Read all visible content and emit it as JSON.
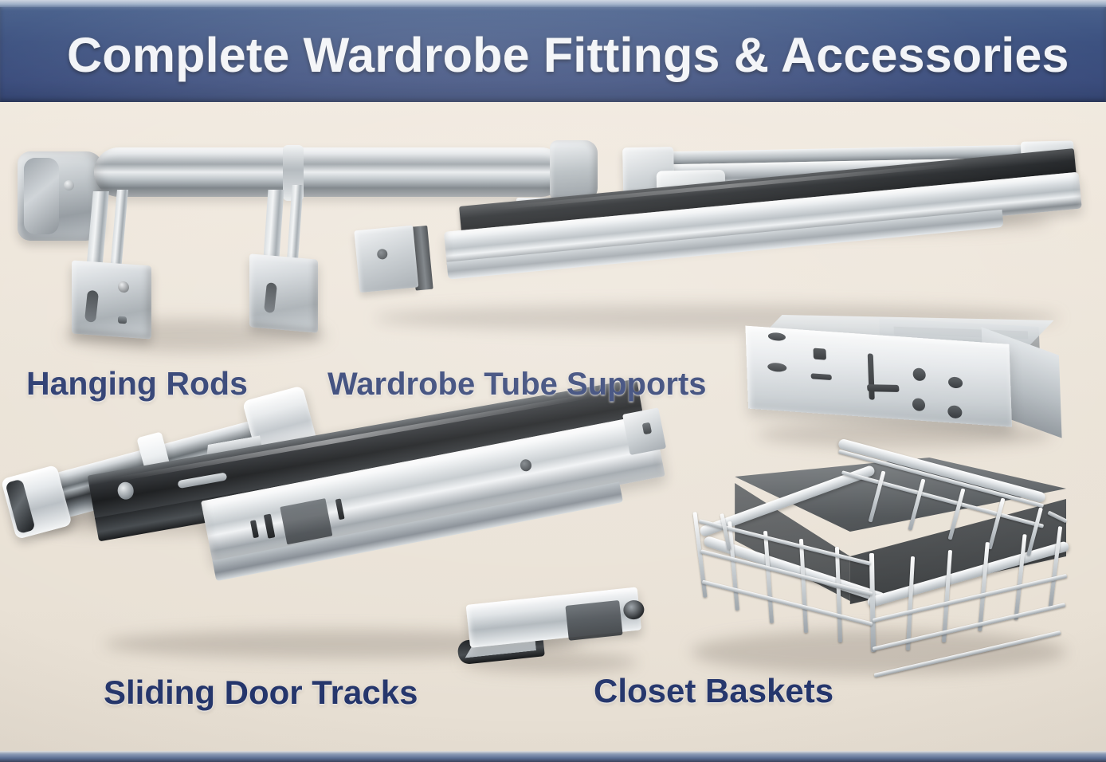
{
  "header": {
    "title": "Complete Wardrobe Fittings & Accessories",
    "background_color": "#3c5180",
    "text_color": "#f2f4f8"
  },
  "poster": {
    "background_color": "#eae2d6",
    "accent_color": "#24356b",
    "bottom_rail_color": "#5d7094"
  },
  "captions": {
    "hanging_rods": "Hanging Rods",
    "tube_supports": "Wardrobe Tube Supports",
    "door_tracks": "Sliding Door Tracks",
    "closet_baskets": "Closet Baskets"
  },
  "products": [
    {
      "id": "hanging-rod-assembly",
      "caption": "Hanging Rods",
      "description": "Long polished chrome wardrobe rod with domed end cap and two wall-mount support brackets",
      "finish": "polished chrome",
      "position": "top-left"
    },
    {
      "id": "tube-support-rail",
      "caption": "Wardrobe Tube Supports",
      "description": "Telescopic tube support rail with end caps and locking block",
      "finish": "brushed chrome",
      "position": "top-right"
    },
    {
      "id": "long-diagonal-rail",
      "caption": "Wardrobe Tube Supports",
      "description": "Long chrome rail with black top channel and end mounting plate",
      "finish": "chrome / black",
      "position": "center"
    },
    {
      "id": "perforated-channel-bracket",
      "caption": "Wardrobe Tube Supports",
      "description": "Perforated steel channel bracket with mounting holes and slots",
      "finish": "white steel",
      "position": "middle-right"
    },
    {
      "id": "chrome-tube-collars",
      "caption": "Hanging Rods",
      "description": "Short chrome tube section with white end caps and centre collar",
      "finish": "polished chrome",
      "position": "middle-left"
    },
    {
      "id": "sliding-door-track-set",
      "caption": "Sliding Door Tracks",
      "description": "Black steel track paired with chrome slide rail",
      "finish": "black / chrome",
      "position": "bottom-left"
    },
    {
      "id": "mounting-bracket",
      "caption": "Sliding Door Tracks",
      "description": "Small chrome mounting bracket with through hole",
      "finish": "chrome",
      "position": "bottom-center"
    },
    {
      "id": "wire-closet-basket",
      "caption": "Closet Baskets",
      "description": "Rectangular chrome wire mesh pull-out closet basket",
      "finish": "chrome wire",
      "position": "bottom-right"
    }
  ]
}
